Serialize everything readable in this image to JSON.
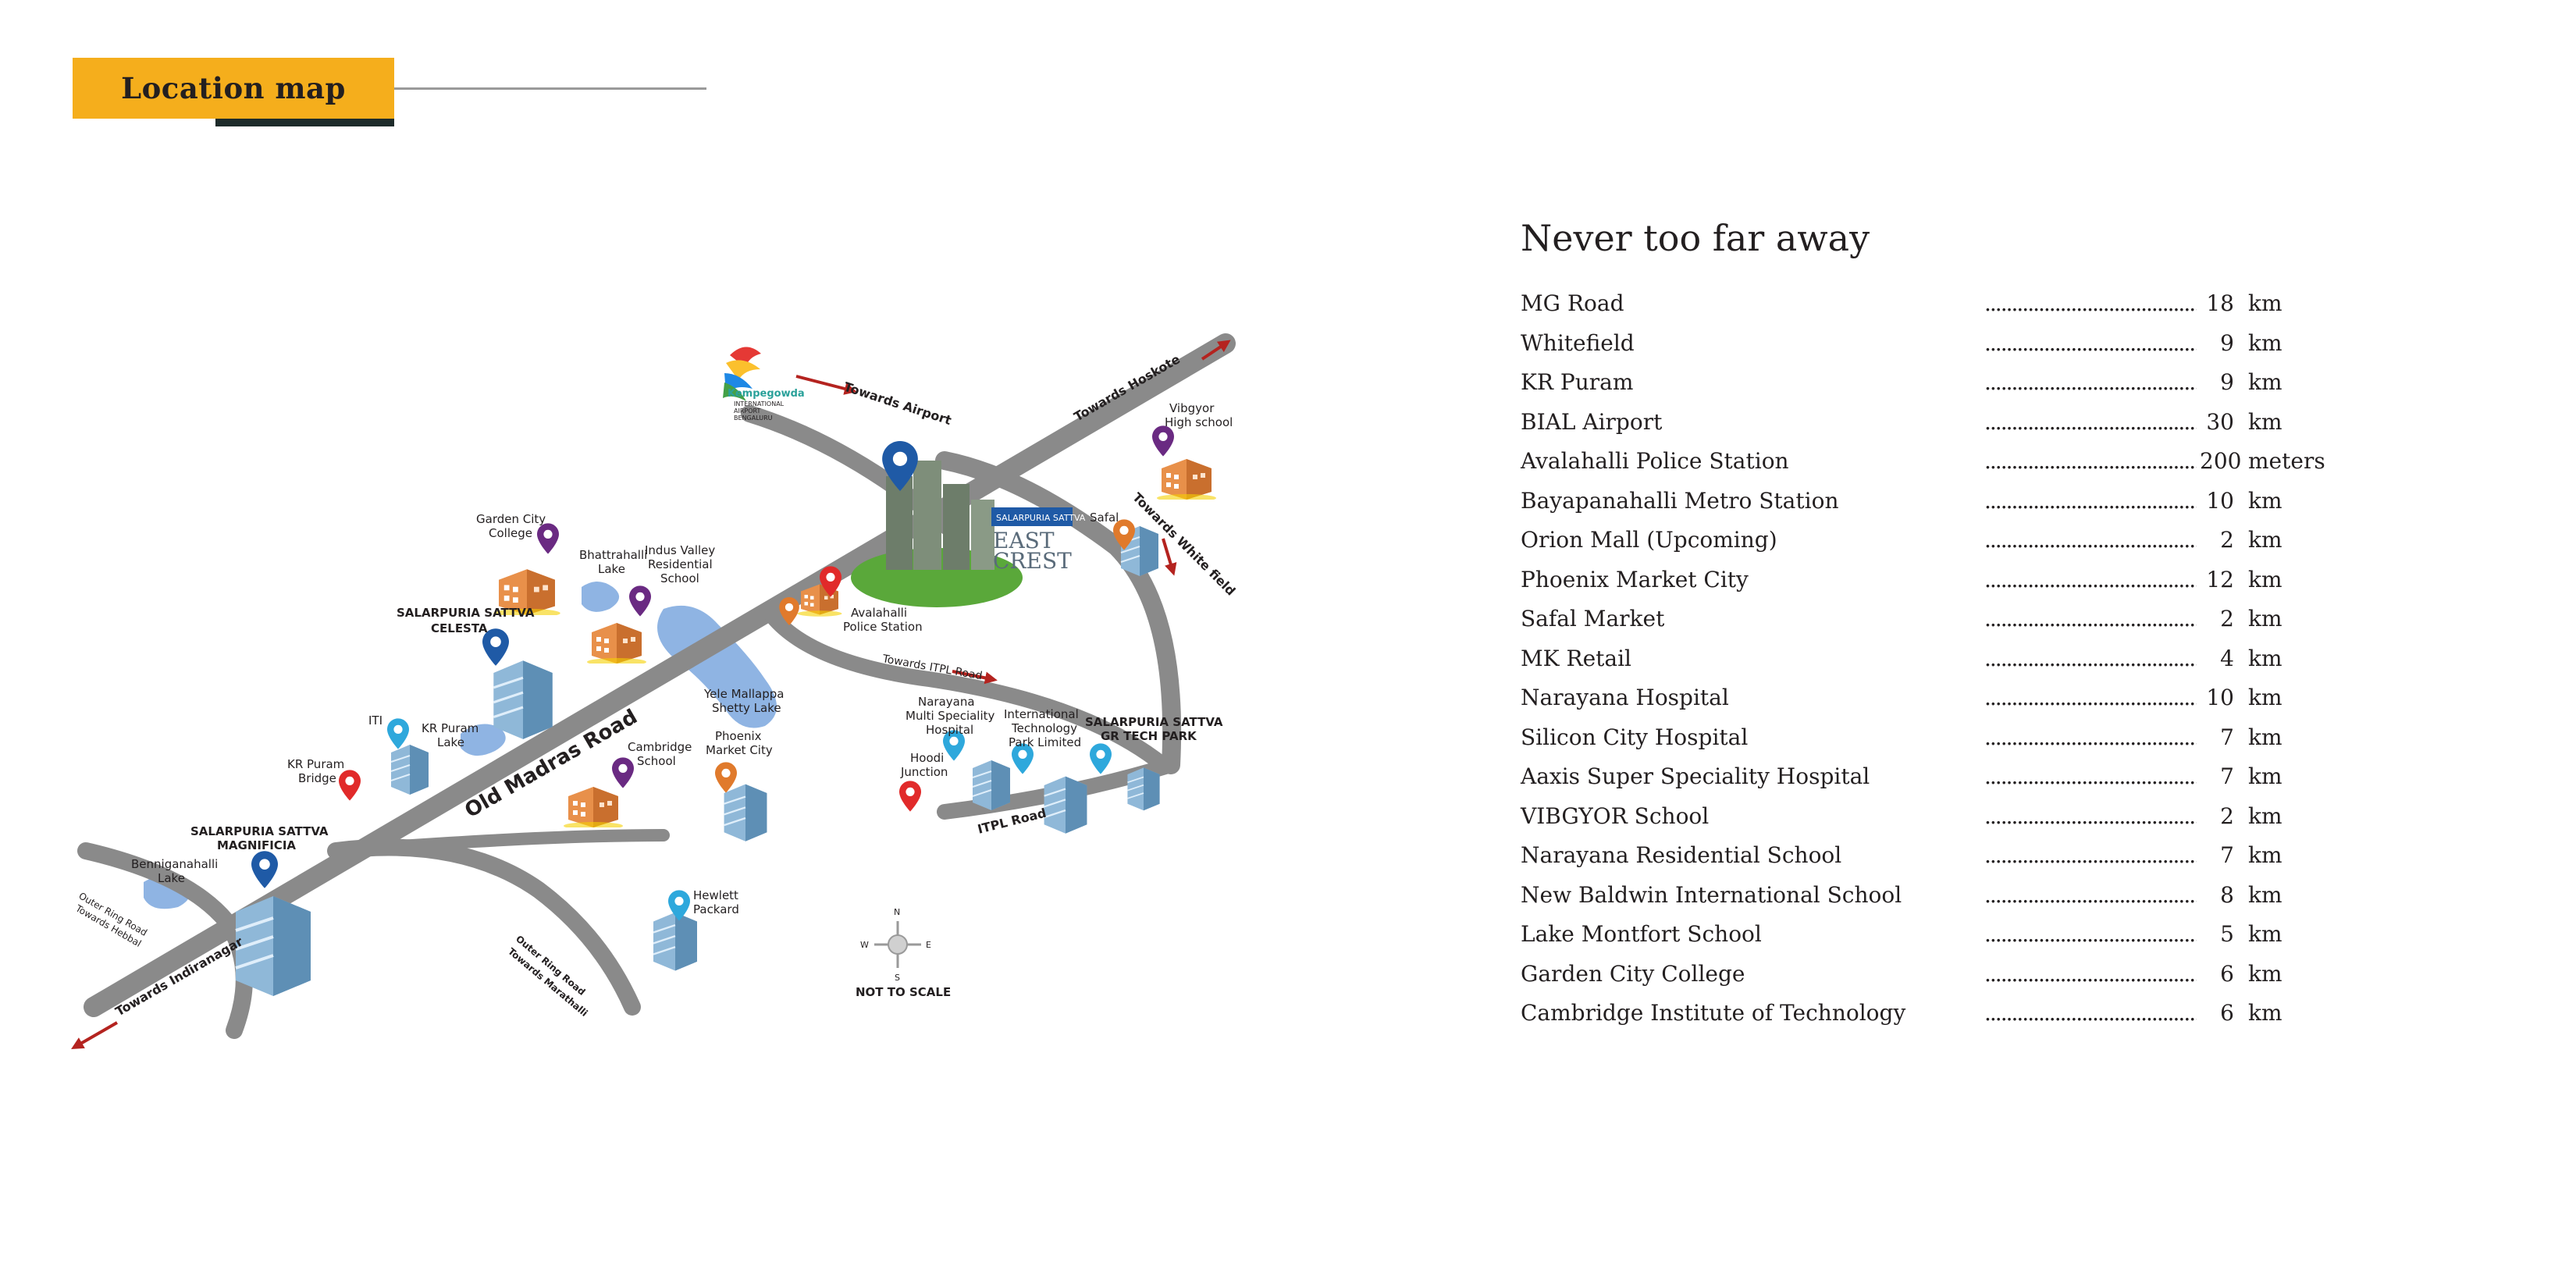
{
  "header": {
    "title": "Location map"
  },
  "map": {
    "labels": {
      "kempegowda": "Kempegowda",
      "kempegowda_sub1": "INTERNATIONAL",
      "kempegowda_sub2": "AIRPORT",
      "kempegowda_sub3": "BENGALURU",
      "towards_airport": "Towards Airport",
      "towards_hoskote": "Towards Hoskote",
      "vibgyor_1": "Vibgyor",
      "vibgyor_2": "High school",
      "towards_whitefield": "Towards White field",
      "safal": "Safal",
      "eastcrest_brand": "SALARPURIA SATTVA",
      "eastcrest_1": "EAST",
      "eastcrest_2": "CREST",
      "garden_city_1": "Garden City",
      "garden_city_2": "College",
      "bhattrahalli_1": "Bhattrahalli",
      "bhattrahalli_2": "Lake",
      "indus_1": "Indus Valley",
      "indus_2": "Residential",
      "indus_3": "School",
      "avalahalli_1": "Avalahalli",
      "avalahalli_2": "Police Station",
      "celesta_1": "SALARPURIA SATTVA",
      "celesta_2": "CELESTA",
      "towards_itpl": "Towards ITPL Road",
      "yele_1": "Yele Mallappa",
      "yele_2": "Shetty Lake",
      "iti": "ITI",
      "kr_lake_1": "KR Puram",
      "kr_lake_2": "Lake",
      "narayana_1": "Narayana",
      "narayana_2": "Multi Speciality",
      "narayana_3": "Hospital",
      "itpl_1": "International",
      "itpl_2": "Technology",
      "itpl_3": "Park Limited",
      "gr_1": "SALARPURIA SATTVA",
      "gr_2": "GR TECH PARK",
      "phoenix_1": "Phoenix",
      "phoenix_2": "Market City",
      "cambridge_1": "Cambridge",
      "cambridge_2": "School",
      "hoodi_1": "Hoodi",
      "hoodi_2": "Junction",
      "kr_bridge_1": "KR Puram",
      "kr_bridge_2": "Bridge",
      "old_madras": "Old Madras Road",
      "itpl_road": "ITPL Road",
      "magnificia_1": "SALARPURIA SATTVA",
      "magnificia_2": "MAGNIFICIA",
      "benniganahalli_1": "Benniganahalli",
      "benniganahalli_2": "Lake",
      "orr_hebbal_1": "Outer Ring Road",
      "orr_hebbal_2": "Towards Hebbal",
      "hewlett_1": "Hewlett",
      "hewlett_2": "Packard",
      "orr_marathalli_1": "Outer Ring Road",
      "orr_marathalli_2": "Towards Marathalli",
      "towards_indiranagar": "Towards Indiranagar",
      "compass_n": "N",
      "compass_s": "S",
      "compass_e": "E",
      "compass_w": "W",
      "not_to_scale": "NOT TO SCALE"
    },
    "colors": {
      "road": "#8a8a8a",
      "lake": "#8fb4e3",
      "pin_blue": "#1f5aa6",
      "pin_purple": "#6a2a82",
      "pin_red": "#e12a2a",
      "pin_orange": "#e07a2c",
      "pin_cyan": "#2ea8dc",
      "arrow": "#b4231f",
      "building": "#e8904a"
    }
  },
  "distances": {
    "heading": "Never too far away",
    "dots": "..........................................................",
    "items": [
      {
        "name": "MG Road",
        "value": "18",
        "unit": "km"
      },
      {
        "name": "Whitefield",
        "value": "9",
        "unit": "km"
      },
      {
        "name": "KR Puram",
        "value": "9",
        "unit": "km"
      },
      {
        "name": "BIAL Airport",
        "value": "30",
        "unit": "km"
      },
      {
        "name": "Avalahalli Police Station",
        "value": "200",
        "unit": "meters"
      },
      {
        "name": "Bayapanahalli Metro Station",
        "value": "10",
        "unit": "km"
      },
      {
        "name": "Orion Mall (Upcoming)",
        "value": "2",
        "unit": "km"
      },
      {
        "name": "Phoenix Market City",
        "value": "12",
        "unit": "km"
      },
      {
        "name": "Safal Market",
        "value": "2",
        "unit": "km"
      },
      {
        "name": "MK Retail",
        "value": "4",
        "unit": "km"
      },
      {
        "name": "Narayana Hospital",
        "value": "10",
        "unit": "km"
      },
      {
        "name": "Silicon City Hospital",
        "value": "7",
        "unit": "km"
      },
      {
        "name": "Aaxis Super Speciality Hospital",
        "value": "7",
        "unit": "km"
      },
      {
        "name": "VIBGYOR School",
        "value": "2",
        "unit": "km"
      },
      {
        "name": "Narayana Residential School",
        "value": "7",
        "unit": "km"
      },
      {
        "name": "New Baldwin International School",
        "value": "8",
        "unit": "km"
      },
      {
        "name": "Lake Montfort School",
        "value": "5",
        "unit": "km"
      },
      {
        "name": "Garden City College",
        "value": "6",
        "unit": "km"
      },
      {
        "name": "Cambridge Institute of Technology",
        "value": "6",
        "unit": "km"
      }
    ]
  }
}
